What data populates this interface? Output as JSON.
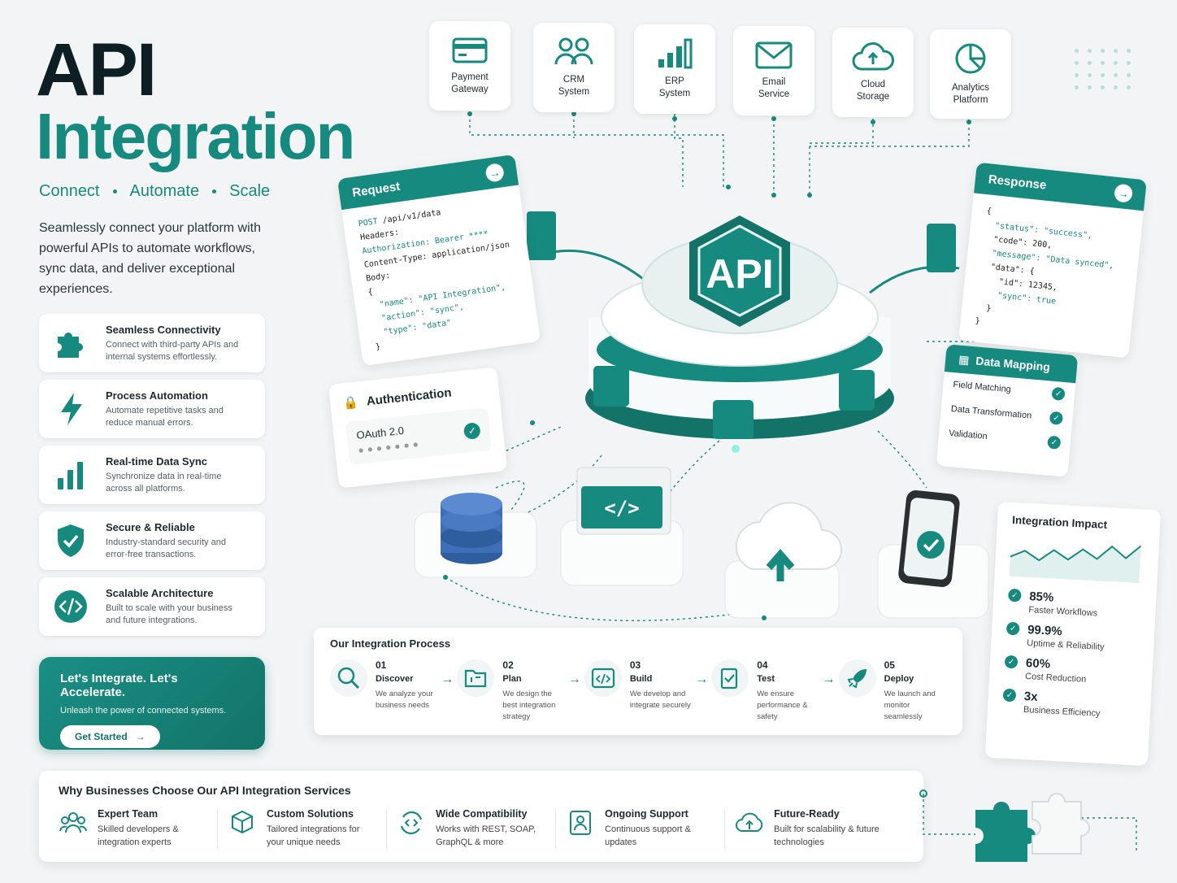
{
  "hero": {
    "title_line1": "API",
    "title_line2": "Integration",
    "tagline": [
      "Connect",
      "Automate",
      "Scale"
    ],
    "intro": "Seamlessly connect your platform with powerful APIs to automate workflows, sync data, and deliver exceptional experiences."
  },
  "features": [
    {
      "title": "Seamless Connectivity",
      "desc": "Connect with third-party APIs and internal systems effortlessly.",
      "icon": "puzzle-icon"
    },
    {
      "title": "Process Automation",
      "desc": "Automate repetitive tasks and reduce manual errors.",
      "icon": "lightning-icon"
    },
    {
      "title": "Real-time Data Sync",
      "desc": "Synchronize data in real-time across all platforms.",
      "icon": "bar-chart-icon"
    },
    {
      "title": "Secure & Reliable",
      "desc": "Industry-standard security and error-free transactions.",
      "icon": "shield-icon"
    },
    {
      "title": "Scalable Architecture",
      "desc": "Built to scale with your business and future integrations.",
      "icon": "code-icon"
    }
  ],
  "cta": {
    "title": "Let's Integrate. Let's Accelerate.",
    "subtitle": "Unleash the power of connected systems.",
    "button": "Get Started"
  },
  "services": [
    {
      "line1": "Payment",
      "line2": "Gateway",
      "icon": "card-icon"
    },
    {
      "line1": "CRM",
      "line2": "System",
      "icon": "users-icon"
    },
    {
      "line1": "ERP",
      "line2": "System",
      "icon": "signal-bars-icon"
    },
    {
      "line1": "Email",
      "line2": "Service",
      "icon": "mail-icon"
    },
    {
      "line1": "Cloud",
      "line2": "Storage",
      "icon": "cloud-icon"
    },
    {
      "line1": "Analytics",
      "line2": "Platform",
      "icon": "pie-chart-icon"
    }
  ],
  "request": {
    "title": "Request",
    "method": "POST",
    "path": "/api/v1/data",
    "headers_label": "Headers:",
    "auth_header": "Authorization: Bearer ****",
    "content_type": "Content-Type: application/json",
    "body_label": "Body:",
    "open": "{",
    "line1": "\"name\": \"API Integration\",",
    "line2": "\"action\": \"sync\",",
    "line3": "\"type\": \"data\"",
    "close": "}"
  },
  "response": {
    "title": "Response",
    "open": "{",
    "line1": "\"status\": \"success\",",
    "line2": "\"code\": 200,",
    "line3": "\"message\": \"Data synced\",",
    "line4": "\"data\": {",
    "line5": "\"id\": 12345,",
    "line6": "\"sync\": true",
    "line7": "}",
    "close": "}"
  },
  "hub": {
    "label": "API"
  },
  "auth": {
    "title": "Authentication",
    "method": "OAuth 2.0"
  },
  "mapping": {
    "title": "Data Mapping",
    "rows": [
      "Field Matching",
      "Data Transformation",
      "Validation"
    ]
  },
  "impact": {
    "title": "Integration Impact",
    "trend": [
      0.55,
      0.4,
      0.6,
      0.35,
      0.55,
      0.3,
      0.5,
      0.2,
      0.45,
      0.15
    ],
    "metrics": [
      {
        "value": "85%",
        "label": "Faster Workflows"
      },
      {
        "value": "99.9%",
        "label": "Uptime & Reliability"
      },
      {
        "value": "60%",
        "label": "Cost Reduction"
      },
      {
        "value": "3x",
        "label": "Business Efficiency"
      }
    ]
  },
  "process": {
    "title": "Our Integration Process",
    "steps": [
      {
        "num": "01",
        "name": "Discover",
        "desc": "We analyze your business needs",
        "icon": "search-icon"
      },
      {
        "num": "02",
        "name": "Plan",
        "desc": "We design the best integration strategy",
        "icon": "folder-plan-icon"
      },
      {
        "num": "03",
        "name": "Build",
        "desc": "We develop and integrate securely",
        "icon": "code-window-icon"
      },
      {
        "num": "04",
        "name": "Test",
        "desc": "We ensure performance & safety",
        "icon": "clipboard-check-icon"
      },
      {
        "num": "05",
        "name": "Deploy",
        "desc": "We launch and monitor seamlessly",
        "icon": "rocket-icon"
      }
    ]
  },
  "why": {
    "title": "Why Businesses Choose Our API Integration Services",
    "items": [
      {
        "title": "Expert Team",
        "desc": "Skilled developers & integration experts",
        "icon": "team-icon"
      },
      {
        "title": "Custom Solutions",
        "desc": "Tailored integrations for your unique needs",
        "icon": "cube-gear-icon"
      },
      {
        "title": "Wide Compatibility",
        "desc": "Works with REST, SOAP, GraphQL & more",
        "icon": "sync-code-icon"
      },
      {
        "title": "Ongoing Support",
        "desc": "Continuous support & updates",
        "icon": "support-icon"
      },
      {
        "title": "Future-Ready",
        "desc": "Built for scalability & future technologies",
        "icon": "cloud-upload-icon"
      }
    ]
  },
  "colors": {
    "accent": "#178a7f",
    "dark": "#0d1f22",
    "db_blue": "#3f6fb8"
  }
}
